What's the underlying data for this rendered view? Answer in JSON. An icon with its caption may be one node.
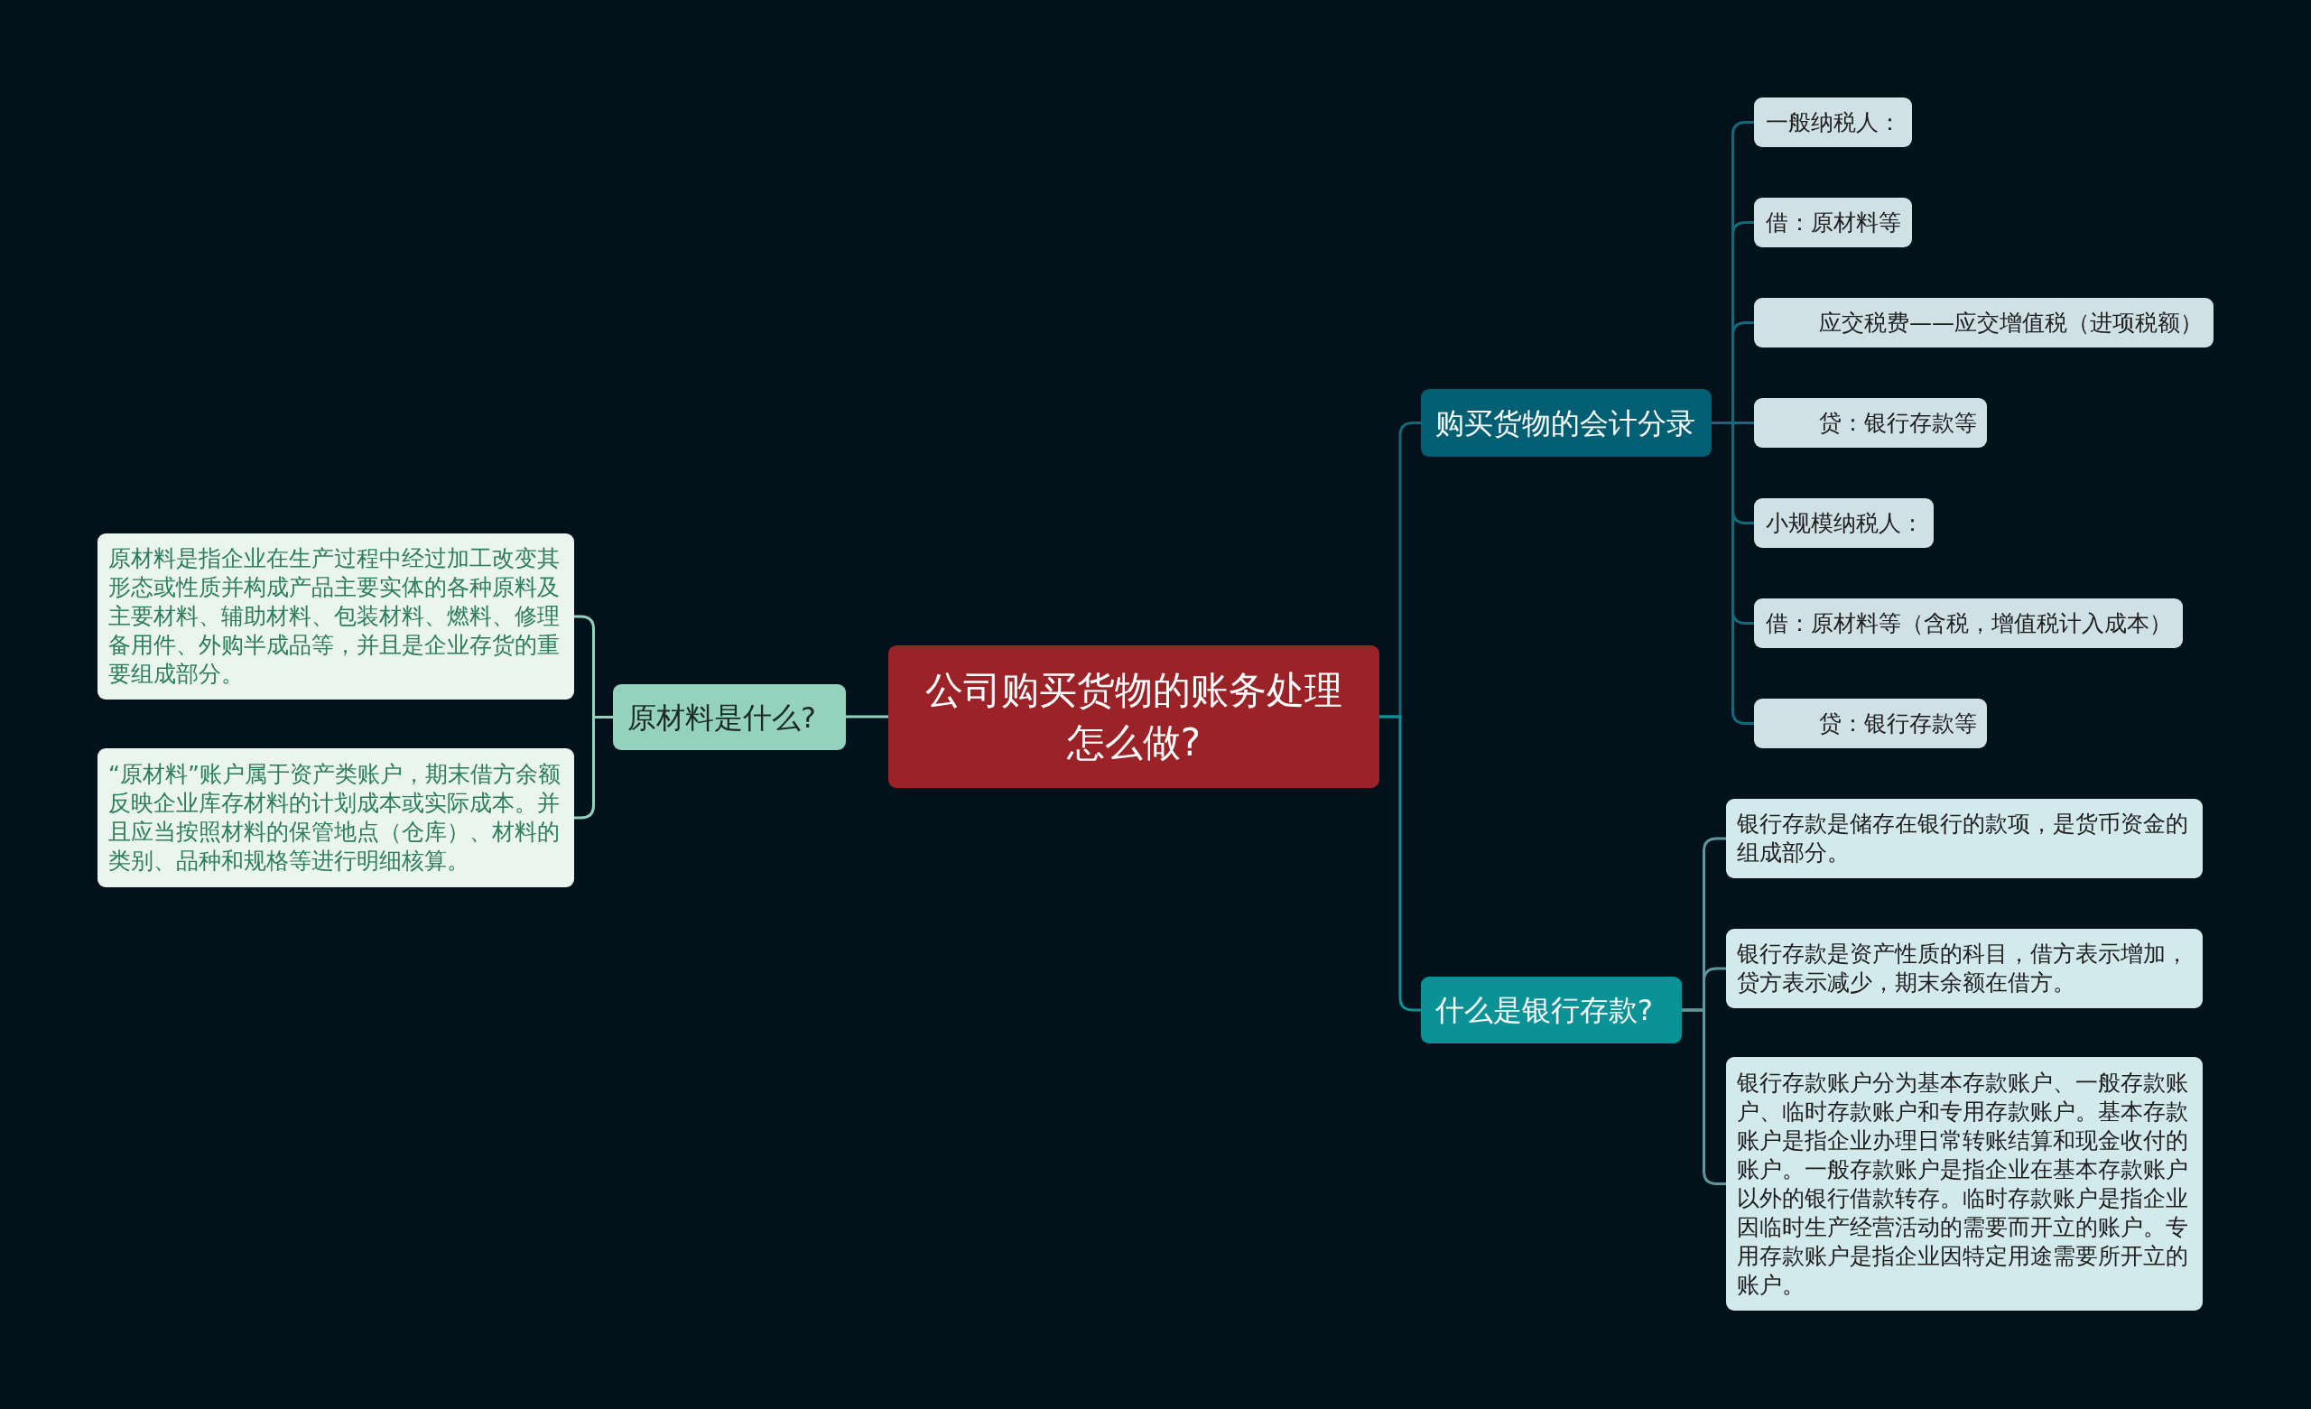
{
  "diagram": {
    "nodes": [
      {
        "text": [
          "公司购买货物的账务处理怎么做?"
        ]
      },
      {
        "text": [
          "原材料是什么?"
        ]
      },
      {
        "text": [
          "原材料是指企业在生产过程中经过加工改变其形态或性质并构成产品主要实体的各种原料及主要材料、辅助材料、包装材料、燃料、修理备用件、外购半成品等，并且是企业存货的重要组成部分。"
        ]
      },
      {
        "text": [
          "“原材料”账户属于资产类账户，期末借方余额反映企业库存材料的计划成本或实际成本。并且应当按照材料的保管地点（仓库）、材料的类别、品种和规格等进行明细核算。"
        ]
      },
      {
        "text": [
          "购买货物的会计分录"
        ]
      },
      {
        "text": [
          "一般纳税人："
        ]
      },
      {
        "text": [
          "借：原材料等"
        ]
      },
      {
        "text": [
          "应交税费——应交增值税（进项税额）"
        ]
      },
      {
        "text": [
          "贷：银行存款等"
        ]
      },
      {
        "text": [
          "小规模纳税人："
        ]
      },
      {
        "text": [
          "借：原材料等（含税，增值税计入成本）"
        ]
      },
      {
        "text": [
          "贷：银行存款等"
        ]
      },
      {
        "text": [
          "什么是银行存款?"
        ]
      },
      {
        "text": [
          "银行存款是储存在银行的款项，是货币资金的组成部分。"
        ]
      },
      {
        "text": [
          "银行存款是资产性质的科目，借方表示增加，贷方表示减少，期末余额在借方。"
        ]
      },
      {
        "text": [
          "银行存款账户分为基本存款账户、一般存款账户、临时存款账户和专用存款账户。基本存款账户是指企业办理日常转账结算和现金收付的账户。一般存款账户是指企业在基本存款账户以外的银行借款转存。临时存款账户是指企业因临时生产经营活动的需要而开立的账户。专用存款账户是指企业因特定用途需要所开立的账户。"
        ]
      }
    ],
    "edges": [
      {
        "from": 0,
        "to": 1,
        "arrow": "none",
        "color": "#94d2bd"
      },
      {
        "from": 1,
        "to": 2,
        "arrow": "none",
        "color": "#94d2bd"
      },
      {
        "from": 1,
        "to": 3,
        "arrow": "none",
        "color": "#94d2bd"
      },
      {
        "from": 0,
        "to": 4,
        "arrow": "none"
      },
      {
        "from": 4,
        "to": 5,
        "arrow": "none"
      },
      {
        "from": 4,
        "to": 6,
        "arrow": "none"
      },
      {
        "from": 4,
        "to": 7,
        "arrow": "none"
      },
      {
        "from": 4,
        "to": 8,
        "arrow": "none"
      },
      {
        "from": 4,
        "to": 9,
        "arrow": "none"
      },
      {
        "from": 4,
        "to": 10,
        "arrow": "none"
      },
      {
        "from": 4,
        "to": 11,
        "arrow": "none"
      },
      {
        "from": 0,
        "to": 12,
        "arrow": "none",
        "color": "#0a9396"
      },
      {
        "from": 12,
        "to": 13,
        "arrow": "none",
        "color": "#5f969c"
      },
      {
        "from": 12,
        "to": 14,
        "arrow": "none",
        "color": "#5f969c"
      },
      {
        "from": 12,
        "to": 15,
        "arrow": "none",
        "color": "#5f969c"
      }
    ]
  }
}
